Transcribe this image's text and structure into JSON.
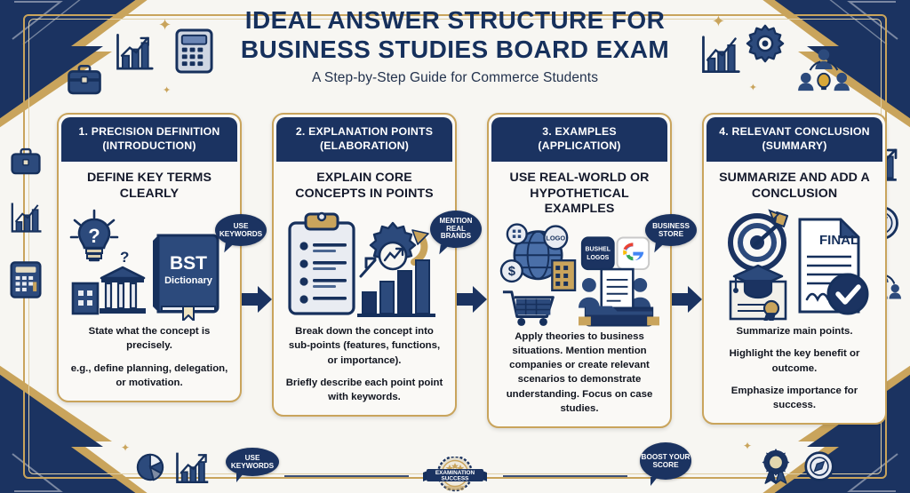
{
  "header": {
    "title_line1": "IDEAL ANSWER STRUCTURE FOR",
    "title_line2": "BUSINESS STUDIES BOARD EXAM",
    "subtitle": "A Step-by-Step Guide for Commerce Students"
  },
  "colors": {
    "navy": "#1b3361",
    "navy_dark": "#16305c",
    "gold": "#c9a45c",
    "gold_light": "#e0cfa5",
    "paper": "#f7f6f2",
    "card_bg": "#faf9f6"
  },
  "cards": [
    {
      "header_line1": "1. PRECISION DEFINITION",
      "header_line2": "(INTRODUCTION)",
      "heading": "DEFINE KEY TERMS CLEARLY",
      "art_labels": {
        "book_title": "BST",
        "book_sub": "Dictionary"
      },
      "desc": [
        "State what the concept is precisely.",
        "e.g., define planning, delegation, or motivation."
      ],
      "bubble": "USE KEYWORDS"
    },
    {
      "header_line1": "2. EXPLANATION POINTS",
      "header_line2": "(ELABORATION)",
      "heading": "EXPLAIN CORE CONCEPTS IN POINTS",
      "art_labels": {},
      "desc": [
        "Break down the concept into sub-points (features, functions, or importance).",
        "Briefly describe each point point with keywords."
      ],
      "bubble": "MENTION REAL BRANDS"
    },
    {
      "header_line1": "3. EXAMPLES",
      "header_line2": "(APPLICATION)",
      "heading": "USE REAL-WORLD OR HYPOTHETICAL EXAMPLES",
      "art_labels": {
        "logo_tag": "LOGO",
        "brand_a": "BUSHEL LOGOS",
        "brand_b": "G"
      },
      "desc": [
        "Apply theories to business situations. Mention mention companies or create relevant scenarios to demonstrate understanding. Focus on case studies."
      ],
      "bubble": "BUSINESS STORE"
    },
    {
      "header_line1": "4. RELEVANT CONCLUSION",
      "header_line2": "(SUMMARY)",
      "heading": "SUMMARIZE AND ADD A CONCLUSION",
      "art_labels": {
        "doc_title": "FINAL"
      },
      "desc": [
        "Summarize main points.",
        "Highlight the key benefit or outcome.",
        "Emphasize importance for success."
      ],
      "bubble": ""
    }
  ],
  "floating": {
    "use_keywords_bottom": "USE KEYWORDS",
    "boost_your_score": "BOOST YOUR SCORE"
  },
  "seal": {
    "line1": "EXAMINATION",
    "line2": "SUCCESS"
  },
  "deco_icons": {
    "top_left": [
      "briefcase-icon",
      "bar-chart-growth-icon",
      "calculator-icon"
    ],
    "top_right": [
      "bar-chart-growth-icon",
      "gear-icon",
      "team-idea-icon"
    ],
    "left_rail": [
      "briefcase-icon",
      "bar-chart-growth-icon",
      "calculator-icon"
    ],
    "right_rail": [
      "bar-chart-growth-icon",
      "compass-icon",
      "people-group-icon"
    ],
    "bottom_left": [
      "pie-chart-icon",
      "bar-chart-growth-icon"
    ],
    "bottom_right": [
      "award-ribbon-icon",
      "compass-icon"
    ]
  }
}
